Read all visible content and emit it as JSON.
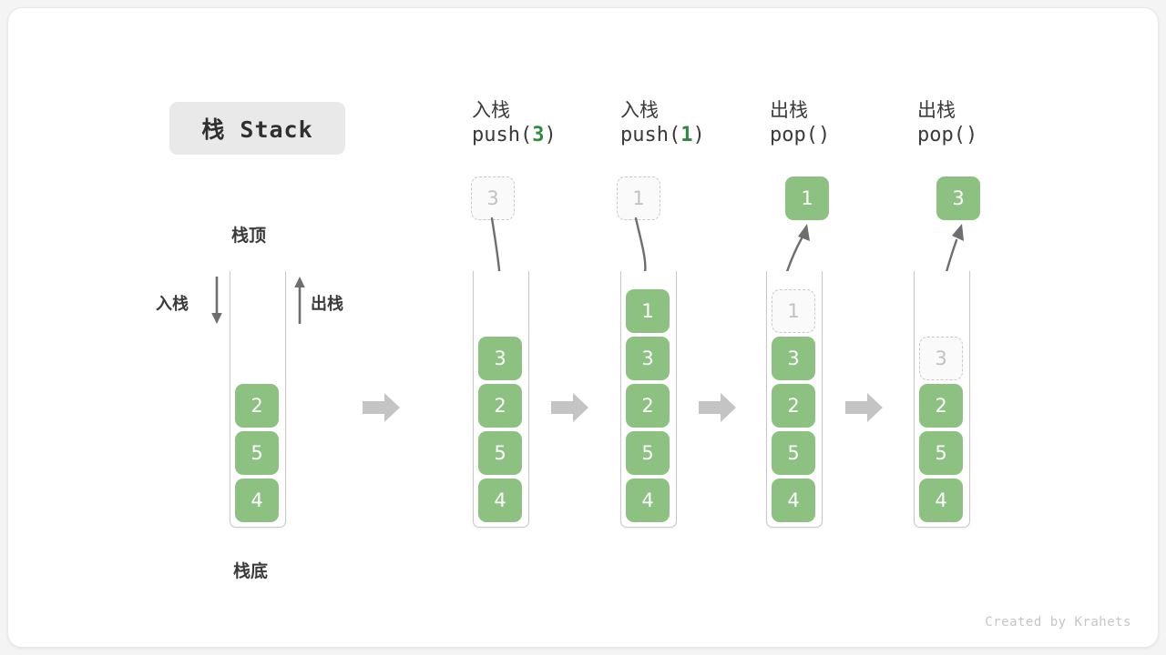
{
  "diagram": {
    "title_chip": "栈 Stack",
    "footer": "Created by Krahets",
    "accent_green": "#8cc182",
    "accent_green_text": "#2f8a3f",
    "ghost_border": "#c9c9c9",
    "arrow_grey": "#777777",
    "step_arrow_grey": "#c4c4c4"
  },
  "labels": {
    "top": "栈顶",
    "bottom": "栈底",
    "push_side": "入栈",
    "pop_side": "出栈"
  },
  "columns": [
    {
      "id": "initial",
      "header_zh": "",
      "header_fn": "",
      "header_fn_prefix": "",
      "header_fn_num": "",
      "header_fn_suffix": "",
      "external_cell": null,
      "external_cell_style": null,
      "cells": [
        {
          "value": "2",
          "style": "solid"
        },
        {
          "value": "5",
          "style": "solid"
        },
        {
          "value": "4",
          "style": "solid"
        }
      ]
    },
    {
      "id": "push-3",
      "header_zh": "入栈",
      "header_fn": "push(3)",
      "header_fn_prefix": "push(",
      "header_fn_num": "3",
      "header_fn_suffix": ")",
      "external_cell": "3",
      "external_cell_style": "ghost",
      "arrow_direction": "down",
      "cells": [
        {
          "value": "3",
          "style": "solid"
        },
        {
          "value": "2",
          "style": "solid"
        },
        {
          "value": "5",
          "style": "solid"
        },
        {
          "value": "4",
          "style": "solid"
        }
      ]
    },
    {
      "id": "push-1",
      "header_zh": "入栈",
      "header_fn": "push(1)",
      "header_fn_prefix": "push(",
      "header_fn_num": "1",
      "header_fn_suffix": ")",
      "external_cell": "1",
      "external_cell_style": "ghost",
      "arrow_direction": "down",
      "cells": [
        {
          "value": "1",
          "style": "solid"
        },
        {
          "value": "3",
          "style": "solid"
        },
        {
          "value": "2",
          "style": "solid"
        },
        {
          "value": "5",
          "style": "solid"
        },
        {
          "value": "4",
          "style": "solid"
        }
      ]
    },
    {
      "id": "pop-1",
      "header_zh": "出栈",
      "header_fn": "pop()",
      "header_fn_prefix": "pop(",
      "header_fn_num": "",
      "header_fn_suffix": ")",
      "external_cell": "1",
      "external_cell_style": "solid",
      "arrow_direction": "up",
      "cells": [
        {
          "value": "1",
          "style": "ghost"
        },
        {
          "value": "3",
          "style": "solid"
        },
        {
          "value": "2",
          "style": "solid"
        },
        {
          "value": "5",
          "style": "solid"
        },
        {
          "value": "4",
          "style": "solid"
        }
      ]
    },
    {
      "id": "pop-2",
      "header_zh": "出栈",
      "header_fn": "pop()",
      "header_fn_prefix": "pop(",
      "header_fn_num": "",
      "header_fn_suffix": ")",
      "external_cell": "3",
      "external_cell_style": "solid",
      "arrow_direction": "up",
      "cells": [
        {
          "value": "3",
          "style": "ghost"
        },
        {
          "value": "2",
          "style": "solid"
        },
        {
          "value": "5",
          "style": "solid"
        },
        {
          "value": "4",
          "style": "solid"
        }
      ]
    }
  ]
}
